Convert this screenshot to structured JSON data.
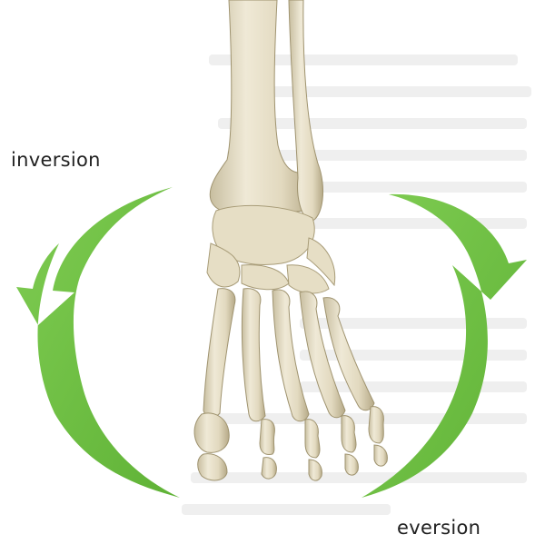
{
  "labels": {
    "inversion": "inversion",
    "eversion": "eversion"
  },
  "colors": {
    "arrow": "#6cbe3f",
    "arrow_dark": "#4f9e2b",
    "bone": "#e7e0c9",
    "bone_shade": "#b9ad8c",
    "background_text": "#ececec"
  },
  "figure": {
    "subject": "foot-and-ankle-skeleton",
    "left_arrow": "inversion",
    "right_arrow": "eversion"
  }
}
